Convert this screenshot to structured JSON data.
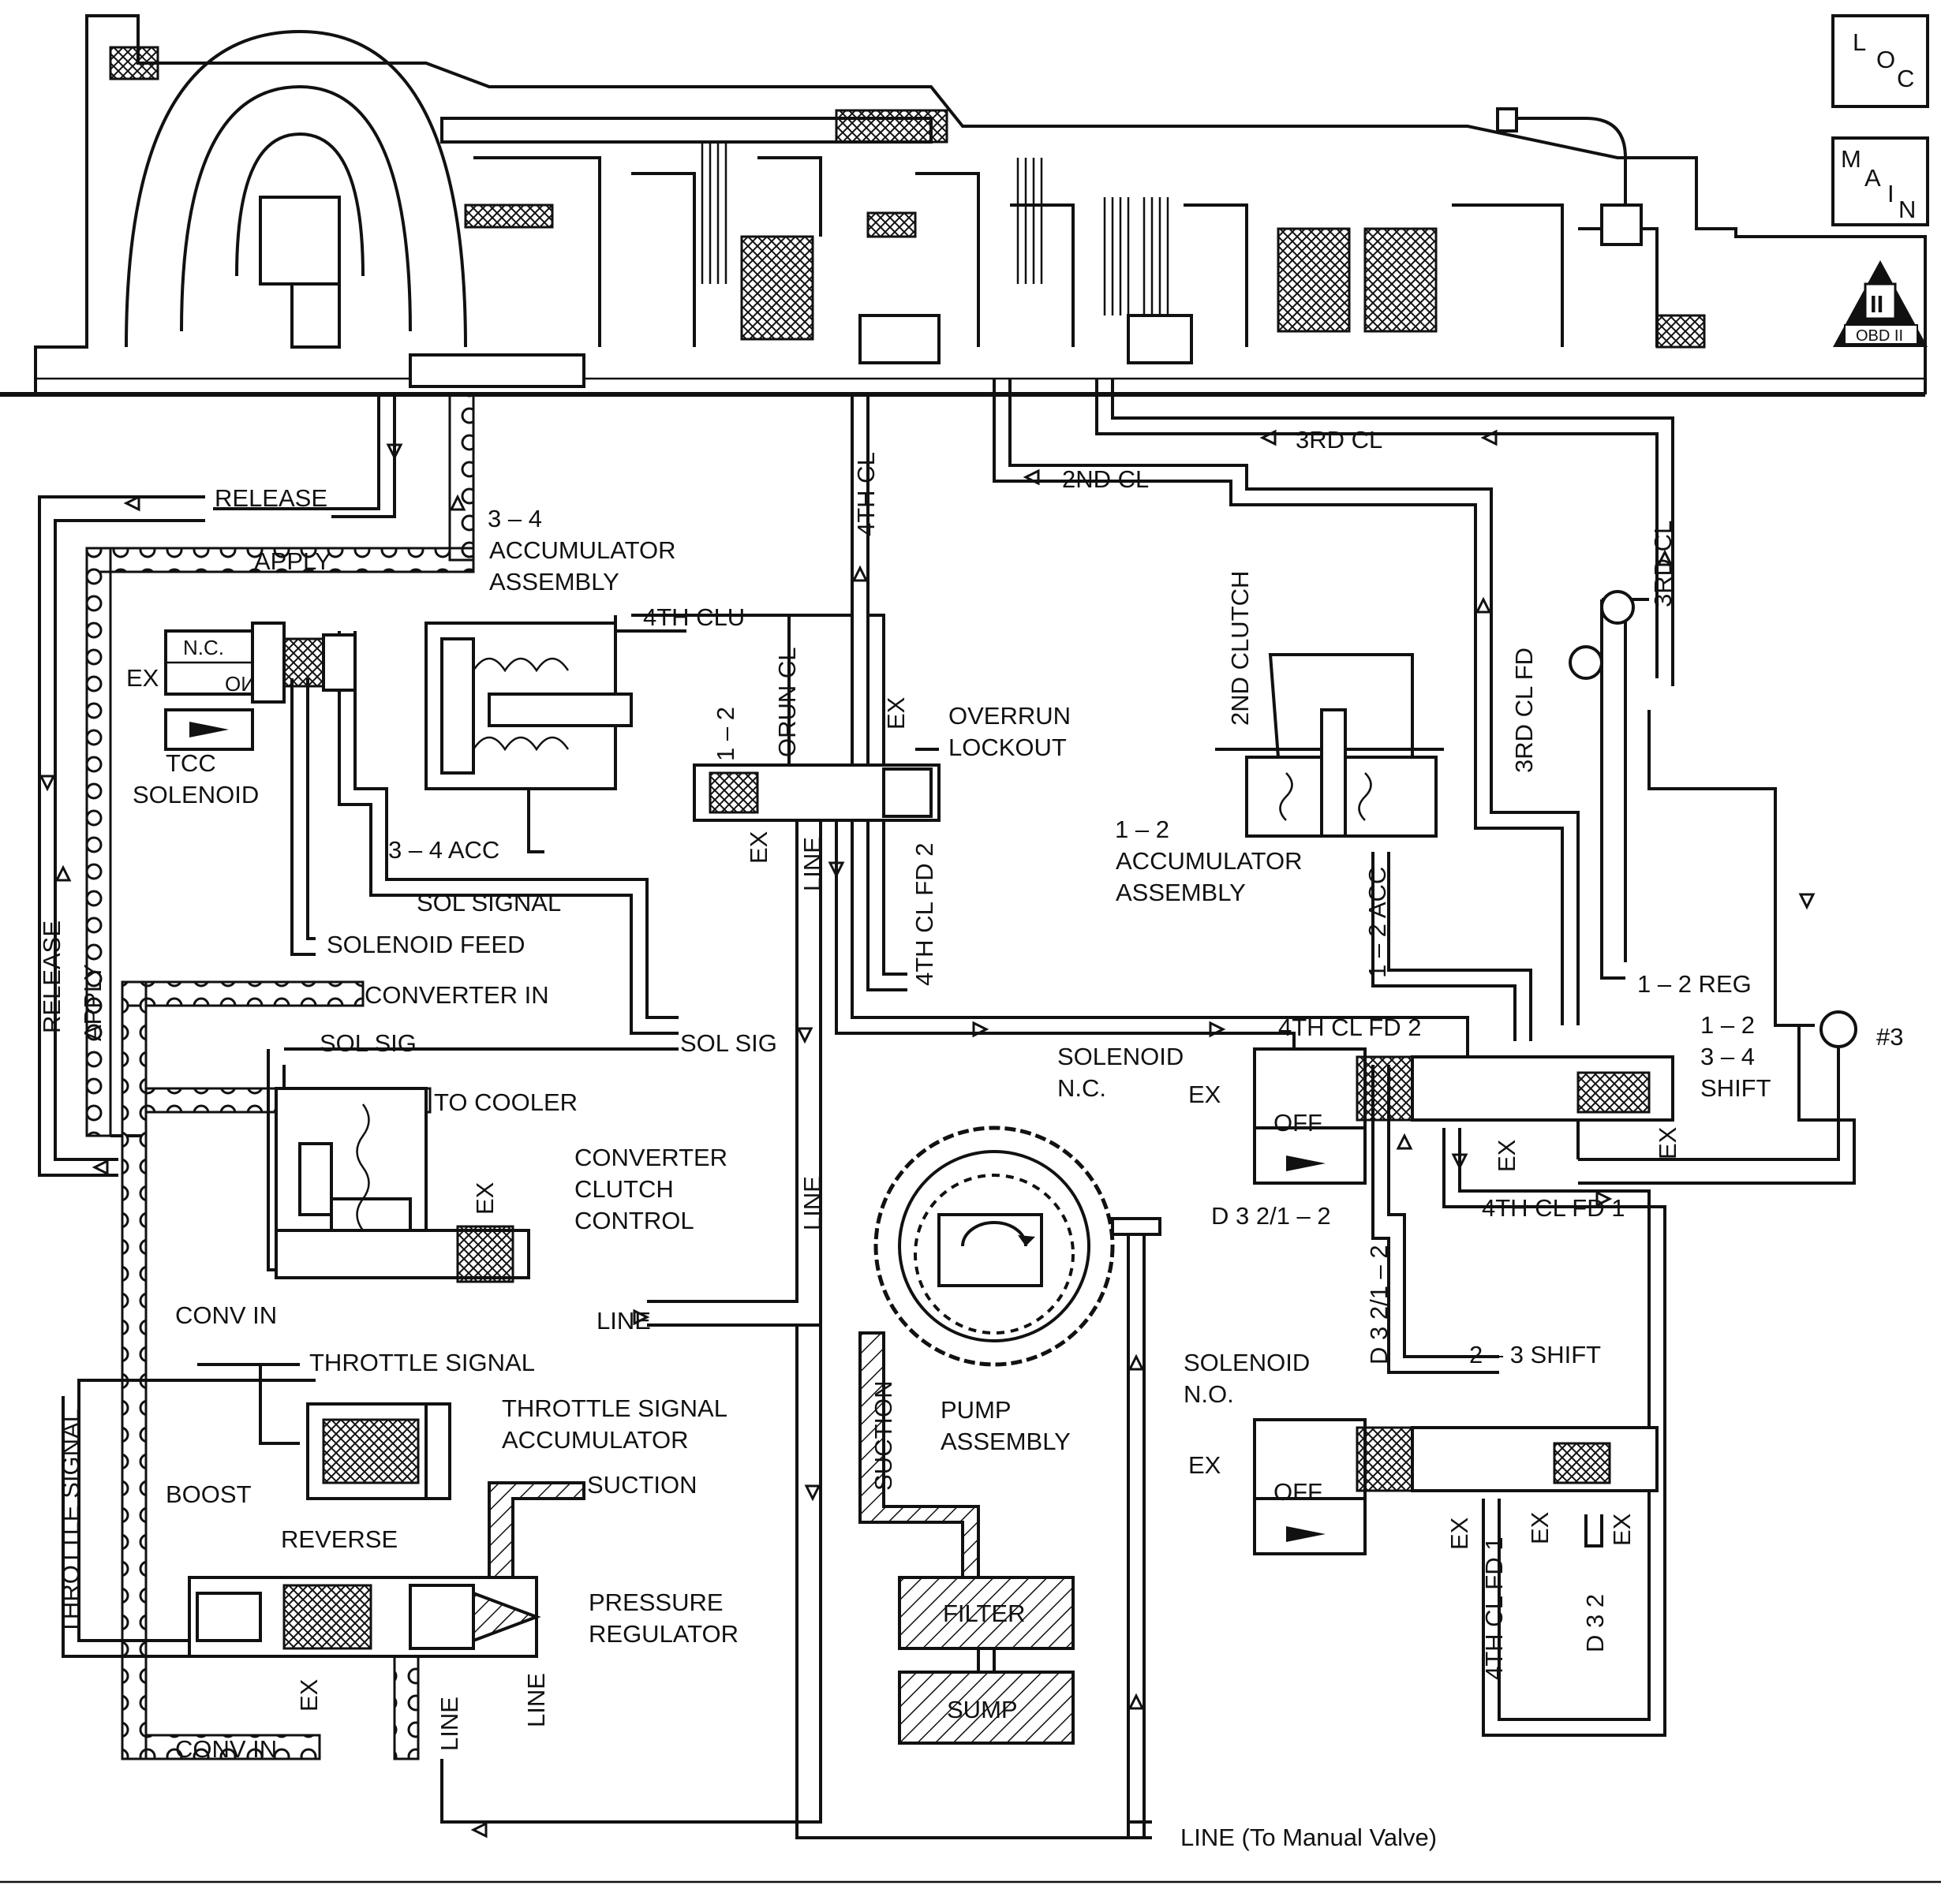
{
  "nav": {
    "loc": {
      "l1": "L",
      "l2": "O",
      "l3": "C"
    },
    "main": {
      "l1": "M",
      "l2": "A",
      "l3": "I",
      "l4": "N"
    },
    "obd": {
      "numeral": "II",
      "text": "OBD II"
    }
  },
  "labels": {
    "release_top": "RELEASE",
    "apply_top": "APPLY",
    "release_side": "RELEASE",
    "apply_side": "APPLY",
    "accum34_l1": "3 – 4",
    "accum34_l2": "ACCUMULATOR",
    "accum34_l3": "ASSEMBLY",
    "fourth_clu": "4TH CLU",
    "fourth_cl_vert": "4TH CL",
    "orun_cl": "ORUN CL",
    "one_two_top": "1 – 2",
    "ex_overrun_top": "EX",
    "overrun_l1": "OVERRUN",
    "overrun_l2": "LOCKOUT",
    "ex_overrun_bot": "EX",
    "line_overrun": "LINE",
    "fourth_cl_fd2_vert": "4TH CL FD 2",
    "acc34": "3 – 4 ACC",
    "nc": "N.C.",
    "on": "ON",
    "ex_tcc": "EX",
    "tcc_l1": "TCC",
    "tcc_l2": "SOLENOID",
    "sol_signal": "SOL SIGNAL",
    "solenoid_feed": "SOLENOID FEED",
    "converter_in": "CONVERTER IN",
    "sol_sig_left": "SOL SIG",
    "sol_sig_right": "SOL SIG",
    "to_cooler": "TO COOLER",
    "ccc_l1": "CONVERTER",
    "ccc_l2": "CLUTCH",
    "ccc_l3": "CONTROL",
    "ex_ccc": "EX",
    "conv_in_mid": "CONV IN",
    "line_ccc": "LINE",
    "line_vert": "LINE",
    "throttle_signal_top": "THROTTLE SIGNAL",
    "tsa_l1": "THROTTLE SIGNAL",
    "tsa_l2": "ACCUMULATOR",
    "throttle_signal_side": "THROTTLE SIGNAL",
    "boost": "BOOST",
    "reverse": "REVERSE",
    "suction_reg": "SUCTION",
    "pr_l1": "PRESSURE",
    "pr_l2": "REGULATOR",
    "ex_pr": "EX",
    "line_pr1": "LINE",
    "line_pr2": "LINE",
    "conv_in_bot": "CONV IN",
    "suction_vert": "SUCTION",
    "pump_l1": "PUMP",
    "pump_l2": "ASSEMBLY",
    "filter": "FILTER",
    "sump": "SUMP",
    "line_manual": "LINE (To Manual Valve)",
    "third_cl": "3RD CL",
    "second_cl": "2ND CL",
    "second_clutch": "2ND CLUTCH",
    "third_cl_vert": "3RD CL",
    "third_cl_fd": "3RD CL FD",
    "accum12_l1": "1 – 2",
    "accum12_l2": "ACCUMULATOR",
    "accum12_l3": "ASSEMBLY",
    "acc12": "1 – 2 ACC",
    "one_two_reg": "1 – 2 REG",
    "fourth_cl_fd2": "4TH CL FD 2",
    "solnc_l1": "SOLENOID",
    "solnc_l2": "N.C.",
    "ex_solnc": "EX",
    "off_1": "OFF",
    "shift_l1": "1 – 2",
    "shift_l2": "3 – 4",
    "shift_l3": "SHIFT",
    "check3": "#3",
    "ex_34_1": "EX",
    "ex_34_2": "EX",
    "d32_12": "D 3 2/1 – 2",
    "fourth_cl_fd1": "4TH CL FD 1",
    "d32_12_vert": "D 3 2/1 – 2",
    "solno_l1": "SOLENOID",
    "solno_l2": "N.O.",
    "shift23": "2 – 3 SHIFT",
    "ex_solno": "EX",
    "off_2": "OFF",
    "ex_23_1": "EX",
    "fourth_cl_fd1_vert": "4TH CL FD 1",
    "ex_23_2": "EX",
    "d32": "D 3 2",
    "ex_23_3": "EX"
  }
}
